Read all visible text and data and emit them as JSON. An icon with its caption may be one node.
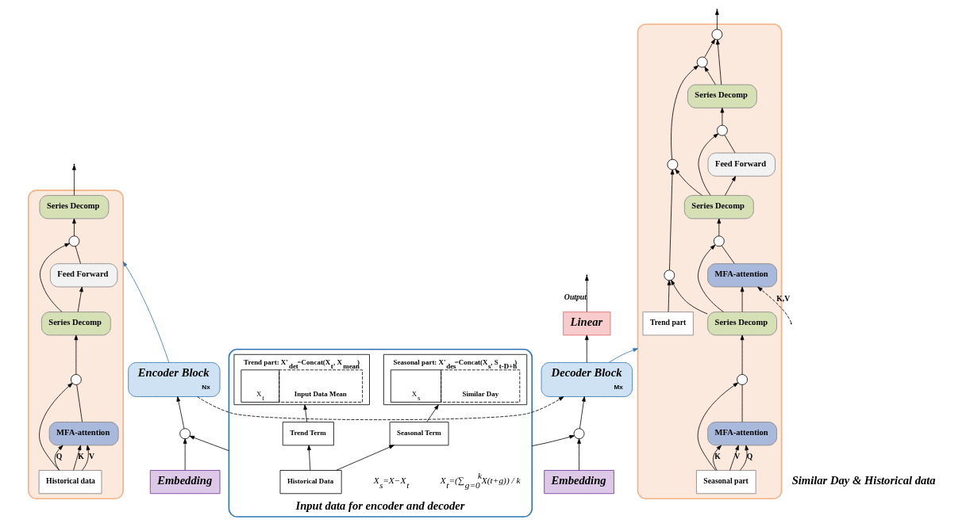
{
  "diagram": {
    "nodes": [
      {
        "text": [],
        "shape": "box"
      },
      {
        "text": [
          "Series Decomp"
        ],
        "in": 0
      },
      {
        "text": [],
        "shape": "circle",
        "in": 0
      },
      {
        "text": [
          "Feed Forward"
        ],
        "in": 0
      },
      {
        "text": [
          "Series Decomp"
        ],
        "in": 0
      },
      {
        "text": [],
        "shape": "circle",
        "in": 0
      },
      {
        "text": [
          "MFA-attention"
        ],
        "in": 0
      },
      {
        "text": [
          "Historical data"
        ],
        "in": 0
      },
      {
        "text": [
          "Encoder Block",
          "Nx"
        ]
      },
      {
        "text": [
          "Decoder Block",
          "Mx"
        ]
      },
      {
        "text": [
          "Linear"
        ]
      },
      {
        "text": [
          "Embedding"
        ]
      },
      {
        "text": [],
        "shape": "circle"
      },
      {
        "text": [
          "Embedding"
        ]
      },
      {
        "text": [],
        "shape": "circle"
      },
      {
        "text": [
          "Input data for encoder and decoder"
        ]
      },
      {
        "text": [
          "Historical Data"
        ],
        "in": 15
      },
      {
        "text": [
          "Trend Term"
        ],
        "in": 15
      },
      {
        "text": [
          "Seasonal Term"
        ],
        "in": 15
      },
      {
        "text": [
          "Trend part: X'$_{det}$=Concat(X$_{t}$, X$_{mean}$)",
          "X$_{t}$",
          "Input Data Mean"
        ],
        "in": 15
      },
      {
        "text": [
          "Seasonal part: X'$_{des}$=Concat(X$_{s}$, S$_{t-D+h}$)",
          "X$_{s}$",
          "Similar Day"
        ],
        "in": 15
      },
      {
        "text": [],
        "shape": "box"
      },
      {
        "text": [],
        "shape": "circle",
        "in": 21
      },
      {
        "text": [
          "Series Decomp"
        ],
        "in": 21
      },
      {
        "text": [],
        "shape": "circle",
        "in": 21
      },
      {
        "text": [],
        "shape": "circle",
        "in": 21
      },
      {
        "text": [
          "Feed Forward"
        ],
        "in": 21
      },
      {
        "text": [
          "Series Decomp"
        ],
        "in": 21
      },
      {
        "text": [],
        "shape": "circle",
        "in": 21
      },
      {
        "text": [],
        "shape": "circle",
        "in": 21
      },
      {
        "text": [
          "MFA-attention"
        ],
        "in": 21
      },
      {
        "text": [
          "Series Decomp"
        ],
        "in": 21
      },
      {
        "text": [],
        "shape": "circle",
        "in": 21
      },
      {
        "text": [],
        "shape": "circle",
        "in": 21
      },
      {
        "text": [
          "MFA-attention"
        ],
        "in": 21
      },
      {
        "text": [
          "Seasonal part"
        ],
        "in": 21
      },
      {
        "text": [
          "Trend part"
        ],
        "in": 21
      }
    ],
    "edges": [
      {
        "from": 7,
        "to": 6,
        "arrow": "to",
        "label": "Q"
      },
      {
        "from": 7,
        "to": 6,
        "arrow": "to",
        "label": "K"
      },
      {
        "from": 7,
        "to": 6,
        "arrow": "to",
        "label": "V"
      },
      {
        "from": 7,
        "to": 5,
        "arrow": "to"
      },
      {
        "from": 6,
        "to": 5,
        "arrow": "none"
      },
      {
        "from": 5,
        "to": 4,
        "arrow": "to"
      },
      {
        "from": 4,
        "to": 3,
        "arrow": "to"
      },
      {
        "from": 4,
        "to": 2,
        "arrow": "to"
      },
      {
        "from": 3,
        "to": 2,
        "arrow": "none"
      },
      {
        "from": 2,
        "to": 1,
        "arrow": "to"
      },
      {
        "from": 1,
        "to": null,
        "arrow": "to"
      },
      {
        "from": 8,
        "to": 0,
        "arrow": "to",
        "color": "#2e75b6"
      },
      {
        "from": 15,
        "to": 12,
        "arrow": "to"
      },
      {
        "from": 11,
        "to": 12,
        "arrow": "to"
      },
      {
        "from": 12,
        "to": 8,
        "arrow": "to"
      },
      {
        "from": 15,
        "to": 14,
        "arrow": "to"
      },
      {
        "from": 13,
        "to": 14,
        "arrow": "to"
      },
      {
        "from": 14,
        "to": 9,
        "arrow": "to"
      },
      {
        "from": 8,
        "to": 9,
        "arrow": "to",
        "style": "dashed"
      },
      {
        "from": 9,
        "to": 10,
        "arrow": "to"
      },
      {
        "from": 10,
        "to": null,
        "arrow": "to",
        "label": "Output"
      },
      {
        "from": 9,
        "to": 21,
        "arrow": "to",
        "color": "#2e75b6"
      },
      {
        "from": 16,
        "to": 17,
        "arrow": "to"
      },
      {
        "from": 16,
        "to": 18,
        "arrow": "to"
      },
      {
        "from": 17,
        "to": 19,
        "arrow": "to"
      },
      {
        "from": 18,
        "to": 20,
        "arrow": "to"
      },
      {
        "from": 35,
        "to": 34,
        "arrow": "to",
        "label": "Q"
      },
      {
        "from": 35,
        "to": 34,
        "arrow": "to",
        "label": "K"
      },
      {
        "from": 35,
        "to": 34,
        "arrow": "to",
        "label": "V"
      },
      {
        "from": 35,
        "to": 33,
        "arrow": "to"
      },
      {
        "from": 34,
        "to": 33,
        "arrow": "none"
      },
      {
        "from": 33,
        "to": 31,
        "arrow": "to"
      },
      {
        "from": 31,
        "to": 32,
        "arrow": "to"
      },
      {
        "from": 31,
        "to": 30,
        "arrow": "to"
      },
      {
        "from": 31,
        "to": 29,
        "arrow": "to"
      },
      {
        "from": null,
        "to": 30,
        "arrow": "to",
        "style": "dashed",
        "label": "K,V"
      },
      {
        "from": 30,
        "to": 29,
        "arrow": "none"
      },
      {
        "from": 29,
        "to": 27,
        "arrow": "to"
      },
      {
        "from": 27,
        "to": 28,
        "arrow": "to"
      },
      {
        "from": 27,
        "to": 26,
        "arrow": "to"
      },
      {
        "from": 27,
        "to": 25,
        "arrow": "to"
      },
      {
        "from": 26,
        "to": 25,
        "arrow": "none"
      },
      {
        "from": 25,
        "to": 23,
        "arrow": "to"
      },
      {
        "from": 23,
        "to": 24,
        "arrow": "to"
      },
      {
        "from": 23,
        "to": 22,
        "arrow": "to"
      },
      {
        "from": 36,
        "to": 32,
        "arrow": "to"
      },
      {
        "from": 32,
        "to": 28,
        "arrow": "to"
      },
      {
        "from": 28,
        "to": 24,
        "arrow": "to"
      },
      {
        "from": 24,
        "to": 22,
        "arrow": "to"
      },
      {
        "from": 22,
        "to": null,
        "arrow": "to"
      }
    ],
    "labels": [
      "Similar Day & Historical data",
      "X$_{t}$=(∑$_{g=0}$$^{k}$X(t+g)) / k",
      "X$_{s}$=X−X$_{t}$"
    ]
  }
}
